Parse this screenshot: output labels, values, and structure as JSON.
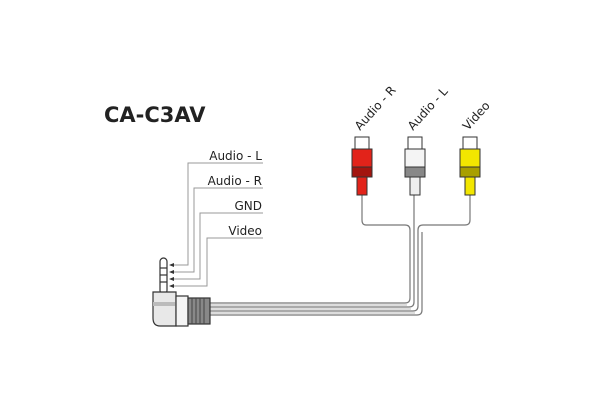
{
  "title": "CA-C3AV",
  "jack_labels": [
    "Audio - L",
    "Audio - R",
    "GND",
    "Video"
  ],
  "rca_labels": [
    "Audio - R",
    "Audio - L",
    "Video"
  ],
  "colors": {
    "red": "#e2231a",
    "white": "#f2f2f2",
    "yellow": "#f2e600",
    "cable": "#8a8a8a"
  }
}
